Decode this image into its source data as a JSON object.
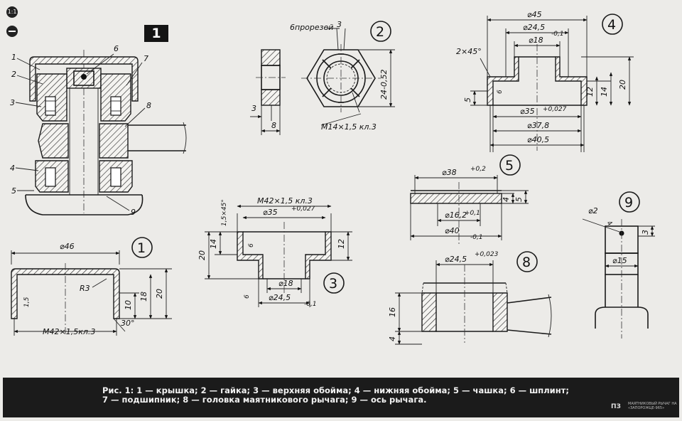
{
  "badges": {
    "figure_number": "1",
    "scale": "1:1"
  },
  "assembly_callouts": [
    "1",
    "2",
    "3",
    "4",
    "5",
    "6",
    "7",
    "8",
    "9"
  ],
  "parts": {
    "p1": {
      "num": "1",
      "dims": [
        "⌀46",
        "R3",
        "1,5",
        "10",
        "18",
        "20",
        "M42×1,5кл.3",
        "30°"
      ]
    },
    "p2": {
      "num": "2",
      "dims": [
        "6прорезей",
        "3",
        "3",
        "8",
        "24-0,52",
        "M14×1,5 кл.3"
      ]
    },
    "p3": {
      "num": "3",
      "dims": [
        "M42×1,5 кл.3",
        "⌀35",
        "+0,027",
        "1,5×45°",
        "20",
        "14",
        "6",
        "12",
        "⌀18",
        "⌀24,5",
        "-0,1",
        "6"
      ]
    },
    "p4": {
      "num": "4",
      "dims": [
        "⌀45",
        "⌀24,5",
        "-0,1",
        "⌀18",
        "2×45°",
        "6",
        "5",
        "12",
        "14",
        "20",
        "⌀35",
        "+0,027",
        "⌀37,8",
        "⌀40,5"
      ]
    },
    "p5": {
      "num": "5",
      "dims": [
        "⌀38",
        "+0,2",
        "4",
        "5",
        "⌀16,2",
        "+0,1",
        "⌀40",
        "-0,1"
      ]
    },
    "p8": {
      "num": "8",
      "dims": [
        "⌀24,5",
        "+0,023",
        "16",
        "4"
      ]
    },
    "p9": {
      "num": "9",
      "dims": [
        "⌀2",
        "4",
        "3",
        "⌀15"
      ]
    }
  },
  "caption": "Рис. 1: 1 — крышка; 2 — гайка; 3 — верхняя обойма; 4 — нижняя обойма; 5 — чашка; 6 — шплинт; 7 — подшипник; 8 — головка маятникового рычага; 9 — ось рычага.",
  "footer": {
    "logo": "ПЗ",
    "note": "МАЯТНИКОВЫЙ РЫЧАГ НА «ЗАПОРОЖЦЕ-965»"
  }
}
